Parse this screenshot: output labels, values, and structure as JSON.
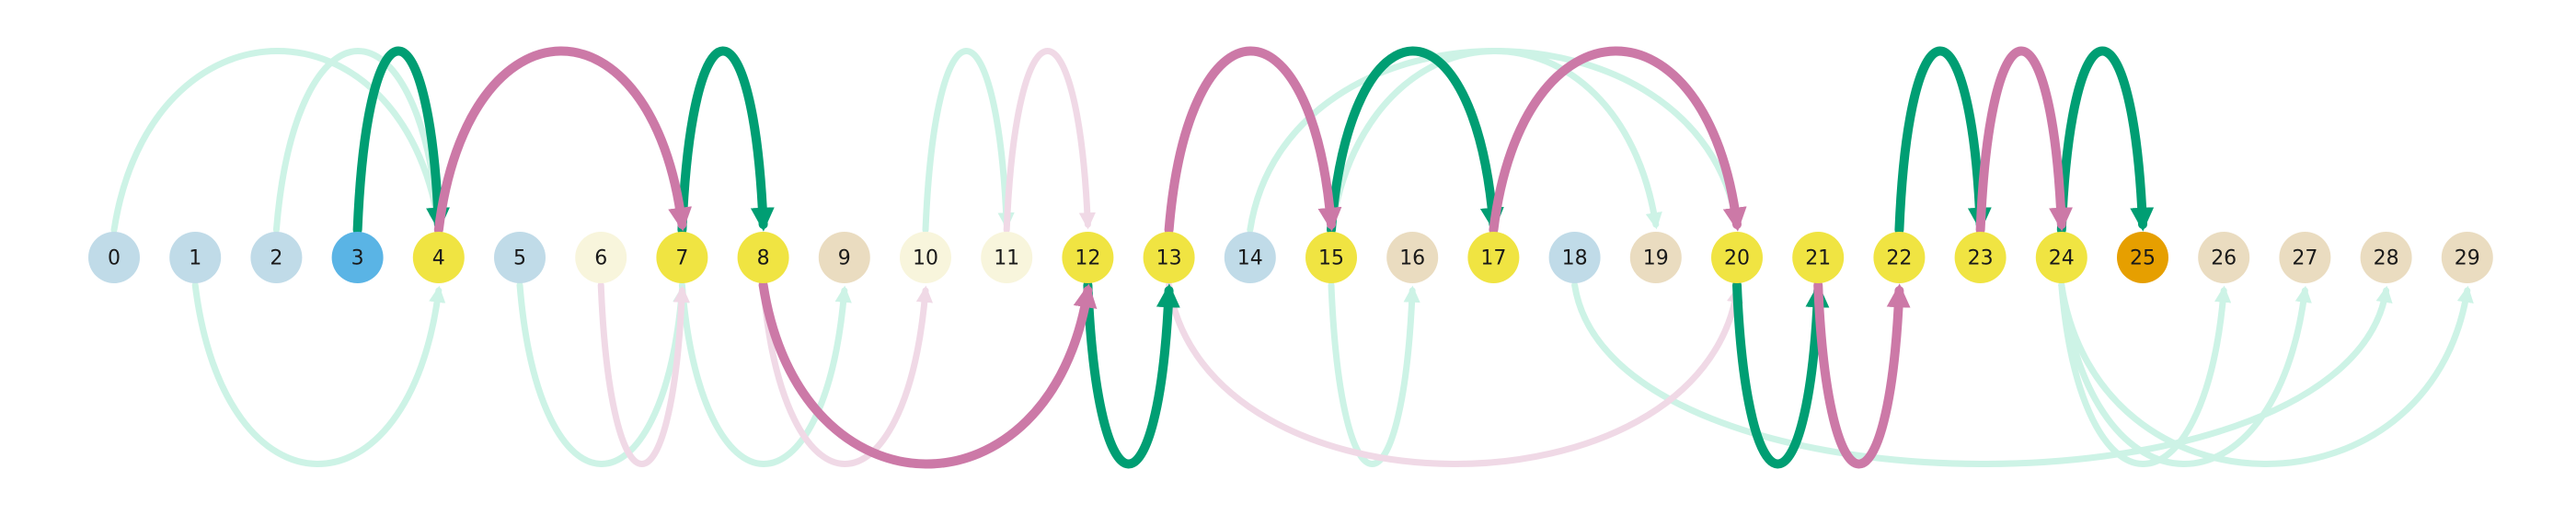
{
  "colors": {
    "light_blue": "#c0dbe8",
    "blue": "#5ab4e5",
    "yellow": "#f0e442",
    "cream": "#f8f5dc",
    "tan": "#eadcc0",
    "orange": "#e69f00",
    "green_strong": "#009e73",
    "green_faint": "#cdf3e6",
    "pink_strong": "#cc79a7",
    "pink_faint": "#f0d9e6"
  },
  "nodes": [
    {
      "label": "0",
      "fill": "light_blue"
    },
    {
      "label": "1",
      "fill": "light_blue"
    },
    {
      "label": "2",
      "fill": "light_blue"
    },
    {
      "label": "3",
      "fill": "blue"
    },
    {
      "label": "4",
      "fill": "yellow"
    },
    {
      "label": "5",
      "fill": "light_blue"
    },
    {
      "label": "6",
      "fill": "cream"
    },
    {
      "label": "7",
      "fill": "yellow"
    },
    {
      "label": "8",
      "fill": "yellow"
    },
    {
      "label": "9",
      "fill": "tan"
    },
    {
      "label": "10",
      "fill": "cream"
    },
    {
      "label": "11",
      "fill": "cream"
    },
    {
      "label": "12",
      "fill": "yellow"
    },
    {
      "label": "13",
      "fill": "yellow"
    },
    {
      "label": "14",
      "fill": "light_blue"
    },
    {
      "label": "15",
      "fill": "yellow"
    },
    {
      "label": "16",
      "fill": "tan"
    },
    {
      "label": "17",
      "fill": "yellow"
    },
    {
      "label": "18",
      "fill": "light_blue"
    },
    {
      "label": "19",
      "fill": "tan"
    },
    {
      "label": "20",
      "fill": "yellow"
    },
    {
      "label": "21",
      "fill": "yellow"
    },
    {
      "label": "22",
      "fill": "yellow"
    },
    {
      "label": "23",
      "fill": "yellow"
    },
    {
      "label": "24",
      "fill": "yellow"
    },
    {
      "label": "25",
      "fill": "orange"
    },
    {
      "label": "26",
      "fill": "tan"
    },
    {
      "label": "27",
      "fill": "tan"
    },
    {
      "label": "28",
      "fill": "tan"
    },
    {
      "label": "29",
      "fill": "tan"
    }
  ],
  "edges": [
    {
      "from": 0,
      "to": 4,
      "side": "top",
      "style": "green_faint"
    },
    {
      "from": 2,
      "to": 4,
      "side": "top",
      "style": "green_faint"
    },
    {
      "from": 1,
      "to": 4,
      "side": "bottom",
      "style": "green_faint"
    },
    {
      "from": 5,
      "to": 7,
      "side": "bottom",
      "style": "green_faint"
    },
    {
      "from": 7,
      "to": 9,
      "side": "bottom",
      "style": "green_faint"
    },
    {
      "from": 10,
      "to": 11,
      "side": "top",
      "style": "green_faint"
    },
    {
      "from": 14,
      "to": 20,
      "side": "top",
      "style": "green_faint"
    },
    {
      "from": 15,
      "to": 19,
      "side": "top",
      "style": "green_faint"
    },
    {
      "from": 15,
      "to": 16,
      "side": "bottom",
      "style": "green_faint"
    },
    {
      "from": 18,
      "to": 28,
      "side": "bottom",
      "style": "green_faint"
    },
    {
      "from": 24,
      "to": 26,
      "side": "bottom",
      "style": "green_faint"
    },
    {
      "from": 24,
      "to": 27,
      "side": "bottom",
      "style": "green_faint"
    },
    {
      "from": 24,
      "to": 29,
      "side": "bottom",
      "style": "green_faint"
    },
    {
      "from": 6,
      "to": 7,
      "side": "bottom",
      "style": "pink_faint"
    },
    {
      "from": 11,
      "to": 12,
      "side": "top",
      "style": "pink_faint"
    },
    {
      "from": 8,
      "to": 10,
      "side": "bottom",
      "style": "pink_faint"
    },
    {
      "from": 13,
      "to": 20,
      "side": "bottom",
      "style": "pink_faint"
    },
    {
      "from": 3,
      "to": 4,
      "side": "top",
      "style": "green_strong"
    },
    {
      "from": 7,
      "to": 8,
      "side": "top",
      "style": "green_strong"
    },
    {
      "from": 12,
      "to": 13,
      "side": "bottom",
      "style": "green_strong"
    },
    {
      "from": 15,
      "to": 17,
      "side": "top",
      "style": "green_strong"
    },
    {
      "from": 20,
      "to": 21,
      "side": "bottom",
      "style": "green_strong"
    },
    {
      "from": 22,
      "to": 23,
      "side": "top",
      "style": "green_strong"
    },
    {
      "from": 24,
      "to": 25,
      "side": "top",
      "style": "green_strong"
    },
    {
      "from": 4,
      "to": 7,
      "side": "top",
      "style": "pink_strong"
    },
    {
      "from": 8,
      "to": 12,
      "side": "bottom",
      "style": "pink_strong"
    },
    {
      "from": 13,
      "to": 15,
      "side": "top",
      "style": "pink_strong"
    },
    {
      "from": 17,
      "to": 20,
      "side": "top",
      "style": "pink_strong"
    },
    {
      "from": 21,
      "to": 22,
      "side": "bottom",
      "style": "pink_strong"
    },
    {
      "from": 23,
      "to": 24,
      "side": "top",
      "style": "pink_strong"
    }
  ]
}
